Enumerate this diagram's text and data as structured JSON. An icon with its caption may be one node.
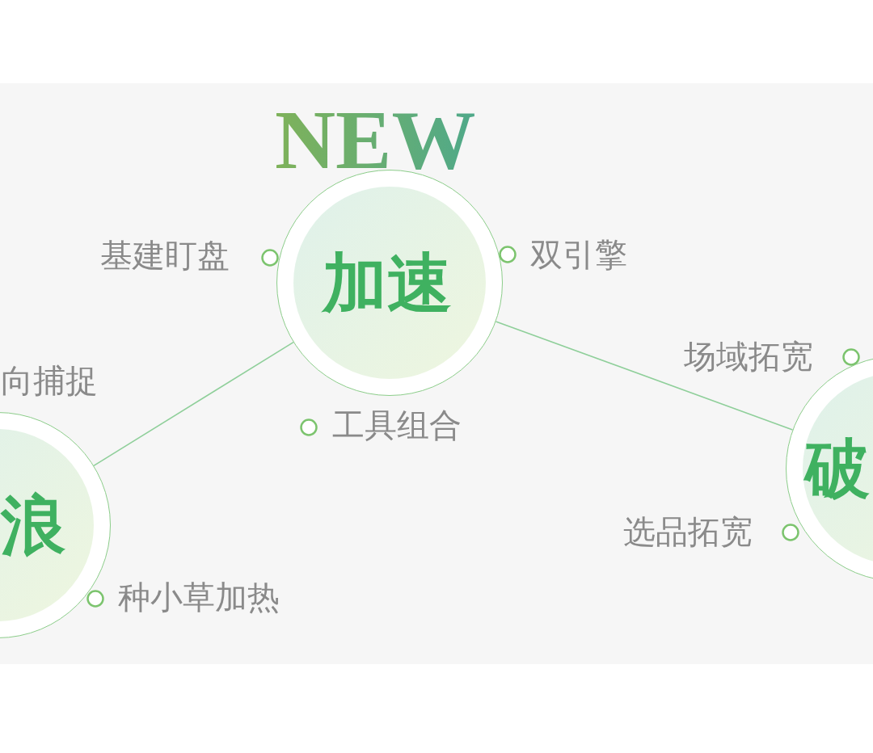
{
  "diagram": {
    "nodes": [
      {
        "text": [
          "浪"
        ],
        "beside": [
          "向捕捉",
          "种小草加热"
        ]
      },
      {
        "text": [
          "加速"
        ],
        "beside": [
          "基建盯盘",
          "双引擎",
          "工具组合"
        ]
      },
      {
        "text": [
          "破"
        ],
        "beside": [
          "场域拓宽",
          "选品拓宽"
        ]
      }
    ],
    "edges": [
      {
        "from": 0,
        "to": 1,
        "arrow": "none"
      },
      {
        "from": 1,
        "to": 2,
        "arrow": "none"
      }
    ],
    "labels": [
      "NEW"
    ]
  }
}
